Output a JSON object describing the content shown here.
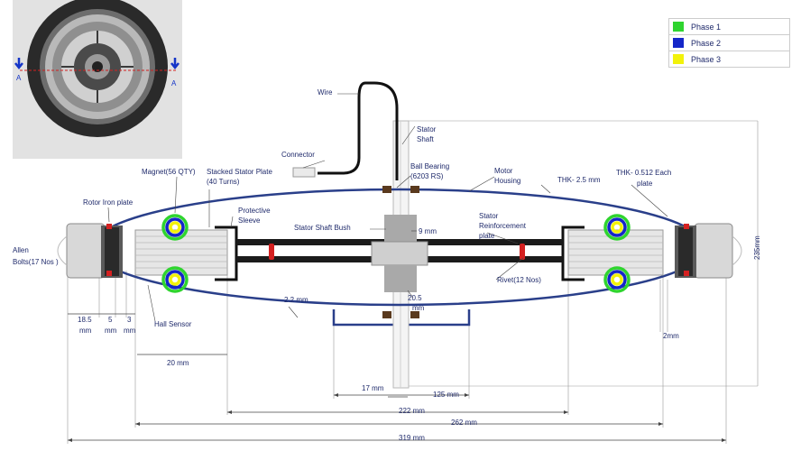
{
  "legend": {
    "items": [
      {
        "label": "Phase 1",
        "color": "#2fd42f"
      },
      {
        "label": "Phase 2",
        "color": "#1426c8"
      },
      {
        "label": "Phase 3",
        "color": "#f2f20a"
      }
    ]
  },
  "photo": {
    "section_marker_left": "A",
    "section_marker_right": "A"
  },
  "labels": {
    "wire": "Wire",
    "stator_shaft_1": "Stator",
    "stator_shaft_2": "Shaft",
    "connector": "Connector",
    "ball_bearing_1": "Ball Bearing",
    "ball_bearing_2": "(6203 RS)",
    "motor_housing_1": "Motor",
    "motor_housing_2": "Housing",
    "thk_25": "THK- 2.5 mm",
    "thk_0512_1": "THK- 0.512 Each",
    "thk_0512_2": "plate",
    "magnet": "Magnet(56 QTY)",
    "stacked_stator_1": "Stacked Stator Plate",
    "stacked_stator_2": "(40 Turns)",
    "rotor_iron_plate": "Rotor Iron plate",
    "protective_sleeve_1": "Protective",
    "protective_sleeve_2": "Sleeve",
    "stator_shaft_bush": "Stator Shaft Bush",
    "stator_reinf_1": "Stator",
    "stator_reinf_2": "Reinforcement",
    "stator_reinf_3": "plate",
    "allen_bolts_1": "Allen",
    "allen_bolts_2": "Bolts(17 Nos )",
    "rivet": "Rivet(12 Nos)",
    "hall_sensor": "Hall Sensor"
  },
  "dimensions": {
    "d_9": "9 mm",
    "d_20_5": "20.5",
    "d_20_5_unit": "mm",
    "d_2_2": "2.2 mm",
    "d_235": "235mm",
    "d_18_5": "18.5",
    "d_18_5_unit": "mm",
    "d_5": "5",
    "d_5_unit": "mm",
    "d_3": "3",
    "d_3_unit": "mm",
    "d_2": "2mm",
    "d_20": "20 mm",
    "d_17": "17 mm",
    "d_125": "125 mm",
    "d_222": "222 mm",
    "d_262": "262 mm",
    "d_319": "319 mm"
  }
}
